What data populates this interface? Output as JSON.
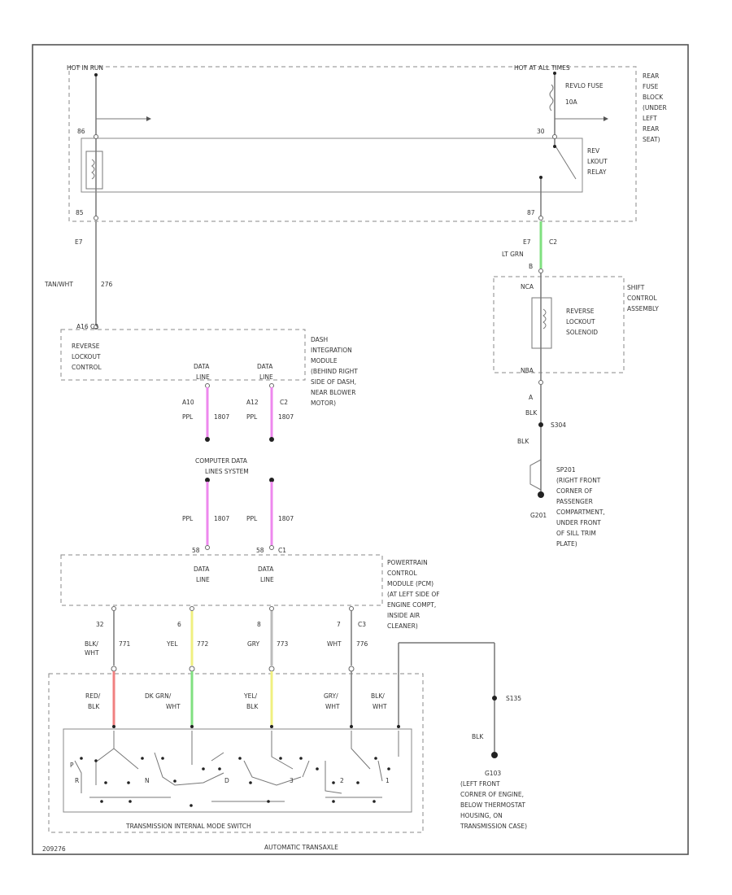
{
  "colors": {
    "tan": "#f0d090",
    "lt_grn": "#80e080",
    "ppl": "#ee88ee",
    "red": "#f08080",
    "dk_grn": "#80e080",
    "yel": "#f0f080",
    "wire": "#777777"
  },
  "relay_block": {
    "hot_run": "HOT IN RUN",
    "hot_all_times": "HOT AT ALL TIMES",
    "fuse_label": "REVLO FUSE",
    "fuse_amp": "10A",
    "fuse_block": [
      "REAR",
      "FUSE",
      "BLOCK",
      "(UNDER",
      "LEFT",
      "REAR",
      "SEAT)"
    ],
    "relay_name": [
      "REV",
      "LKOUT",
      "RELAY"
    ],
    "pin_tl": "86",
    "pin_bl": "85",
    "pin_tr": "30",
    "pin_br": "87"
  },
  "left_wire": {
    "pin": "E7",
    "color": "TAN/WHT",
    "circuit": "276"
  },
  "right_wire": {
    "pin": "E7",
    "conn": "C2",
    "color": "LT GRN",
    "pin2": "B"
  },
  "reverse_lockout": {
    "pins": "A16  C3",
    "label": [
      "REVERSE",
      "LOCKOUT",
      "CONTROL"
    ]
  },
  "dim": {
    "label": [
      "DASH",
      "INTEGRATION",
      "MODULE",
      "(BEHIND RIGHT",
      "SIDE OF DASH,",
      "NEAR BLOWER",
      "MOTOR)"
    ],
    "data1": [
      "DATA",
      "LINE"
    ],
    "data2": [
      "DATA",
      "LINE"
    ],
    "pin1": "A10",
    "pin2": "A12",
    "conn2": "C2",
    "wire1": "PPL",
    "wire1_circ": "1807",
    "wire2": "PPL",
    "wire2_circ": "1807"
  },
  "shift_control": {
    "label": [
      "SHIFT",
      "CONTROL",
      "ASSEMBLY"
    ],
    "solenoid": [
      "REVERSE",
      "LOCKOUT",
      "SOLENOID"
    ],
    "top_pin": "NCA",
    "bot_pin": "NBA",
    "pin_a": "A",
    "wire_blk": "BLK",
    "splice": "S304",
    "wire_blk2": "BLK",
    "ground": "G201",
    "ground_label": [
      "SP201",
      "(RIGHT FRONT",
      "CORNER OF",
      "PASSENGER",
      "COMPARTMENT,",
      "UNDER FRONT",
      "OF SILL TRIM",
      "PLATE)"
    ]
  },
  "cdls": {
    "label": [
      "COMPUTER DATA",
      "LINES SYSTEM"
    ],
    "wire1": "PPL",
    "wire1_circ": "1807",
    "wire2": "PPL",
    "wire2_circ": "1807"
  },
  "pcm": {
    "label": [
      "POWERTRAIN",
      "CONTROL",
      "MODULE (PCM)",
      "(AT LEFT SIDE OF",
      "ENGINE COMPT,",
      "INSIDE AIR",
      "CLEANER)"
    ],
    "data1": [
      "DATA",
      "LINE"
    ],
    "data2": [
      "DATA",
      "LINE"
    ],
    "pin1": "58",
    "pin2": "58",
    "conn2": "C1",
    "pins": [
      "32",
      "6",
      "8",
      "7"
    ],
    "conn": "C3",
    "wires": [
      {
        "color": "BLK/",
        "color2": "WHT",
        "circ": "771"
      },
      {
        "color": "YEL",
        "circ": "772"
      },
      {
        "color": "GRY",
        "circ": "773"
      },
      {
        "color": "WHT",
        "circ": "776"
      }
    ]
  },
  "switch": {
    "wires": [
      {
        "c1": "RED/",
        "c2": "BLK"
      },
      {
        "c1": "DK GRN/",
        "c2": "WHT"
      },
      {
        "c1": "YEL/",
        "c2": "BLK"
      },
      {
        "c1": "GRY/",
        "c2": "WHT"
      },
      {
        "c1": "BLK/",
        "c2": "WHT"
      }
    ],
    "label": "TRANSMISSION INTERNAL MODE SWITCH",
    "trans": "AUTOMATIC TRANSAXLE",
    "positions": [
      "P",
      "R",
      "N",
      "D",
      "3",
      "2",
      "1"
    ]
  },
  "ground2": {
    "splice": "S135",
    "wire": "BLK",
    "name": "G103",
    "label": [
      "(LEFT FRONT",
      "CORNER OF ENGINE,",
      "BELOW THERMOSTAT",
      "HOUSING, ON",
      "TRANSMISSION CASE)"
    ]
  },
  "footer_id": "209276"
}
